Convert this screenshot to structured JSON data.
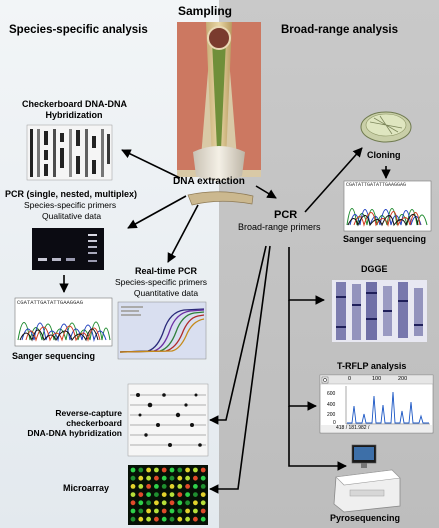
{
  "headers": {
    "left": "Species-specific analysis",
    "center": "Sampling",
    "right": "Broad-range analysis"
  },
  "nodes": {
    "dna_extraction": "DNA extraction",
    "checkerboard": {
      "line1": "Checkerboard DNA-DNA",
      "line2": "Hybridization"
    },
    "pcr_specific": {
      "title": "PCR (single, nested, multiplex)",
      "line2": "Species-specific primers",
      "line3": "Qualitative data"
    },
    "sanger_left": "Sanger sequencing",
    "realtime": {
      "title": "Real-time PCR",
      "line2": "Species-specific primers",
      "line3": "Quantitative data"
    },
    "reverse_capture": {
      "line1": "Reverse-capture",
      "line2": "checkerboard",
      "line3": "DNA-DNA hybridization"
    },
    "microarray": "Microarray",
    "pcr_broad": {
      "title": "PCR",
      "line2": "Broad-range primers"
    },
    "cloning": "Cloning",
    "sanger_right": "Sanger sequencing",
    "dgge": "DGGE",
    "trflp": "T-RFLP analysis",
    "pyrosequencing": "Pyrosequencing"
  },
  "trflp_panel": {
    "x_ticks": [
      "0",
      "100",
      "200"
    ],
    "y_ticks": [
      "600",
      "400",
      "200",
      "0"
    ],
    "status": "418 / 181.982 /"
  },
  "chromatogram": {
    "bases_left": "CGATATTGATATTGAAGGAG",
    "bases_right": "CGATATTGATATTGAAGGAG"
  },
  "colors": {
    "left_panel": "#e9edf0",
    "right_panel": "#c4c4c4",
    "arrow": "#000000"
  }
}
